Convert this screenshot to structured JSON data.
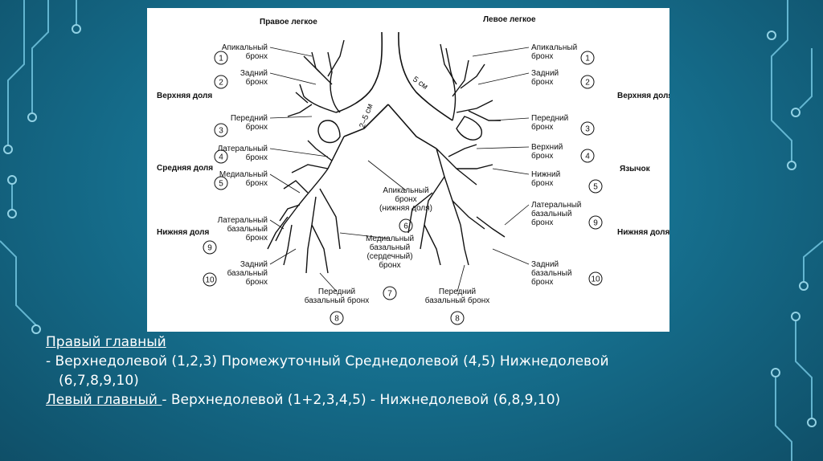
{
  "figure": {
    "right_lung_title": "Правое легкое",
    "left_lung_title": "Левое легкое",
    "measure_trachea": "5 см",
    "measure_right": "2–5 см",
    "lobes_right": [
      "Верхняя доля",
      "Средняя доля",
      "Нижняя доля"
    ],
    "lobes_left": [
      "Верхняя доля",
      "Язычок",
      "Нижняя доля"
    ],
    "right_labels": [
      {
        "lines": [
          "Апикальный",
          "бронх"
        ],
        "num": "1"
      },
      {
        "lines": [
          "Задний",
          "бронх"
        ],
        "num": "2"
      },
      {
        "lines": [
          "Передний",
          "бронх"
        ],
        "num": "3"
      },
      {
        "lines": [
          "Латеральный",
          "бронх"
        ],
        "num": "4"
      },
      {
        "lines": [
          "Медиальный",
          "бронх"
        ],
        "num": "5"
      },
      {
        "lines": [
          "Латеральный",
          "базальный",
          "бронх"
        ],
        "num": "9"
      },
      {
        "lines": [
          "Задний",
          "базальный",
          "бронх"
        ],
        "num": "10"
      }
    ],
    "left_labels": [
      {
        "lines": [
          "Апикальный",
          "бронх"
        ],
        "num": "1"
      },
      {
        "lines": [
          "Задний",
          "бронх"
        ],
        "num": "2"
      },
      {
        "lines": [
          "Передний",
          "бронх"
        ],
        "num": "3"
      },
      {
        "lines": [
          "Верхний",
          "бронх"
        ],
        "num": "4"
      },
      {
        "lines": [
          "Нижний",
          "бронх"
        ],
        "num": "5"
      },
      {
        "lines": [
          "Латеральный",
          "базальный",
          "бронх"
        ],
        "num": "9"
      },
      {
        "lines": [
          "Задний",
          "базальный",
          "бронх"
        ],
        "num": "10"
      }
    ],
    "center_labels": [
      {
        "lines": [
          "Апикальный",
          "бронх",
          "(нижняя доля)"
        ],
        "num": "6"
      },
      {
        "lines": [
          "Медиальный",
          "базальный",
          "(сердечный)",
          "бронх"
        ],
        "num": "7"
      },
      {
        "lines": [
          "Передний",
          "базальный бронх"
        ],
        "num": "8"
      },
      {
        "lines": [
          "Передний",
          "базальный бронх"
        ],
        "num": "8"
      }
    ]
  },
  "text": {
    "right_main": "Правый главный",
    "right_branches": "- Верхнедолевой (1,2,3) Промежуточный Среднедолевой (4,5) Нижнедолевой",
    "right_branches_cont": "(6,7,8,9,10)",
    "left_main": "Левый главный ",
    "left_branches": " - Верхнедолевой (1+2,3,4,5) - Нижнедолевой (6,8,9,10)"
  }
}
